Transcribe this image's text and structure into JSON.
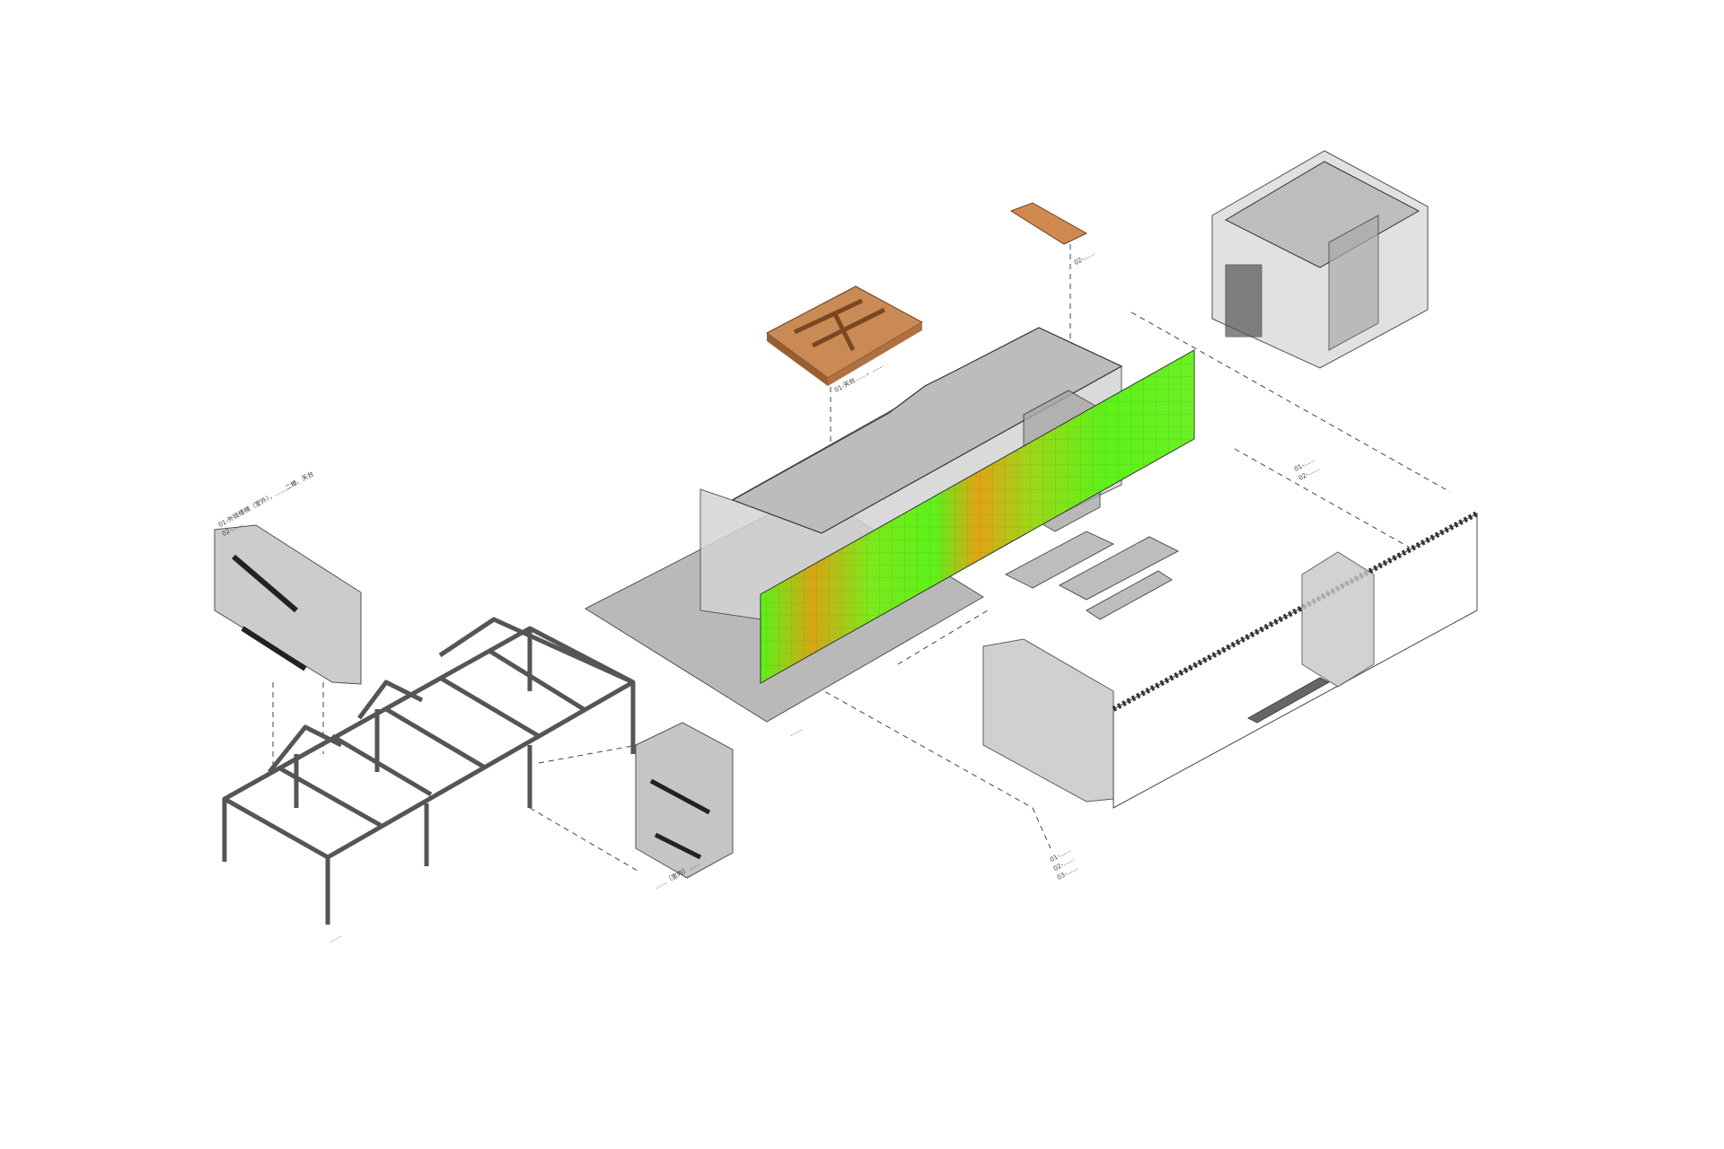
{
  "title": "Exploded axonometric diagram",
  "colors": {
    "glass_green": "#5cf21a",
    "glass_orange": "#e8a01a",
    "wood": "#c98a55",
    "concrete": "#b9b9b9",
    "line": "#333333"
  },
  "labels": {
    "left_stair": [
      "01-外挂楼梯（室外），……二楼、天台",
      "02-……"
    ],
    "wood_deck": "01-天台……，……",
    "small_wood": "02-……",
    "top_right": [
      "01-……",
      "02-……"
    ],
    "base_plate": "……",
    "steel_frame": "……",
    "stair_tower": "……（室内）……",
    "right_walls": [
      "01-……",
      "02-……",
      "03-……"
    ]
  }
}
